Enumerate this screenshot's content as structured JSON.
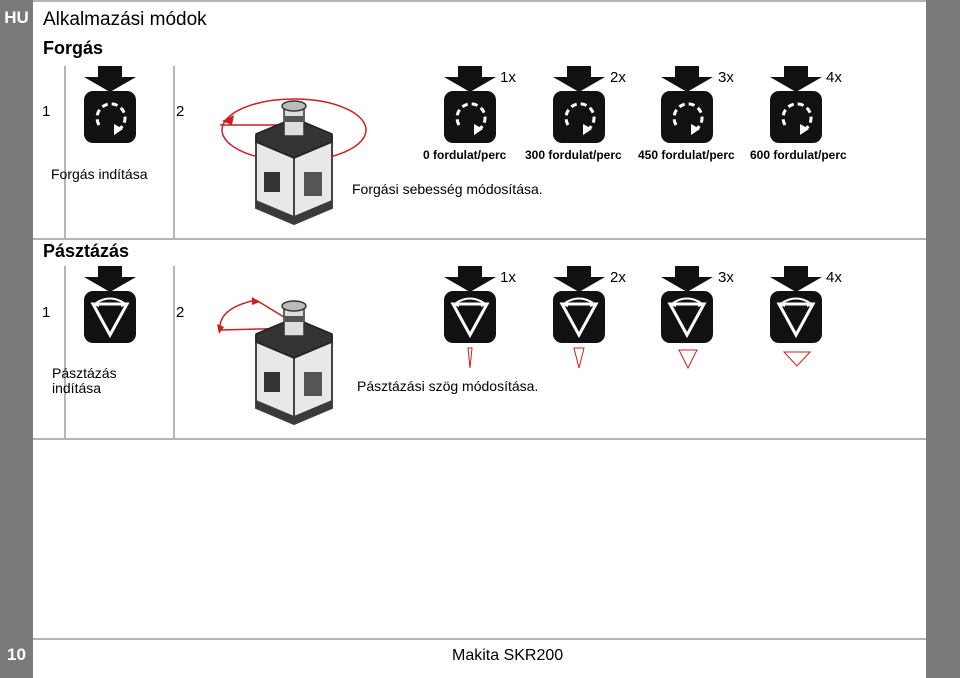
{
  "lang_tag": "HU",
  "page_title": "Alkalmazási módok",
  "page_number": "10",
  "footer": "Makita SKR200",
  "rotation": {
    "title": "Forgás",
    "step1_number": "1",
    "step2_number": "2",
    "step1_caption": "Forgás indítása",
    "step2_caption": "Forgási sebesség módosítása.",
    "multipliers": [
      "1x",
      "2x",
      "3x",
      "4x"
    ],
    "speeds": [
      "0 fordulat/perc",
      "300 fordulat/perc",
      "450 fordulat/perc",
      "600 fordulat/perc"
    ]
  },
  "scan": {
    "title": "Pásztázás",
    "step1_number": "1",
    "step2_number": "2",
    "step1_caption_line1": "Pásztázás",
    "step1_caption_line2": "indítása",
    "step2_caption": "Pásztázási szög módosítása.",
    "multipliers": [
      "1x",
      "2x",
      "3x",
      "4x"
    ]
  },
  "icons": {
    "press": "press-arrow-icon",
    "rotate": "rotation-mode-icon",
    "scan": "scan-mode-icon",
    "scan_angle": "scan-angle-icon",
    "device": "laser-level-device-icon"
  },
  "colors": {
    "sidebar": "#7a7a7a",
    "divider": "#b5b5b5",
    "beam": "#cc1f1f",
    "button": "#111111"
  }
}
